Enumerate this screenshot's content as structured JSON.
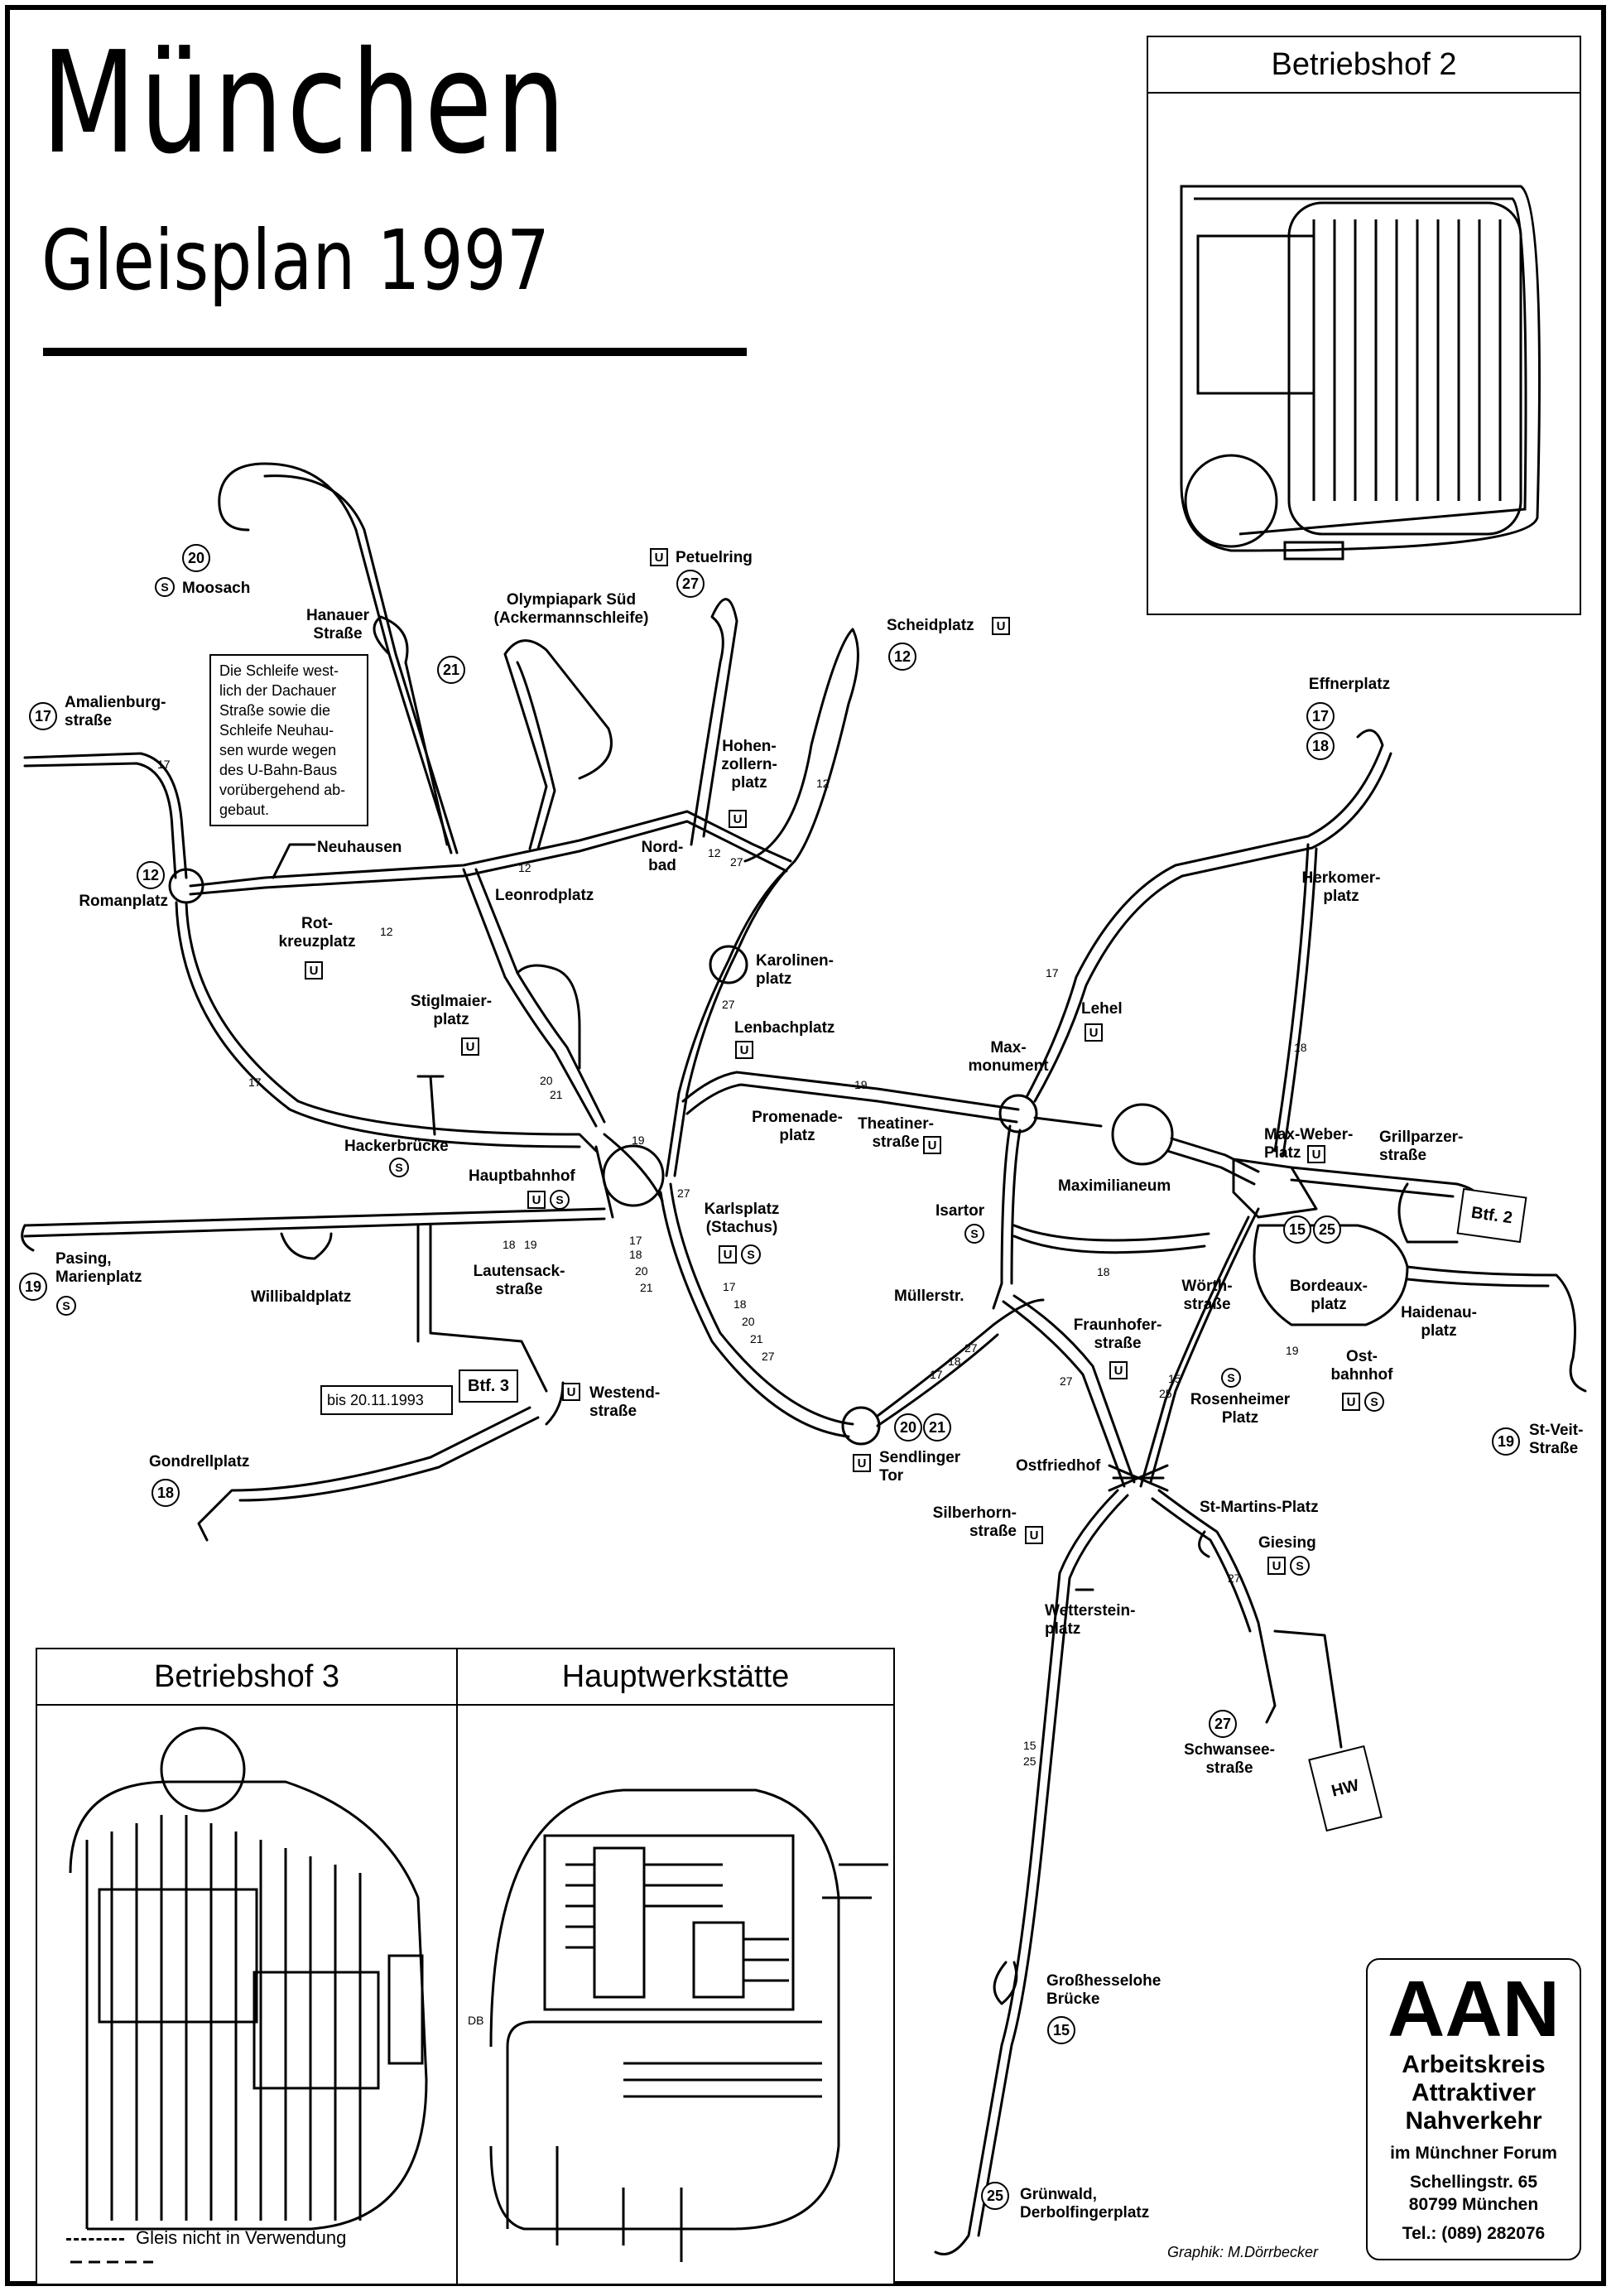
{
  "title": {
    "city": "München",
    "subtitle": "Gleisplan  1997"
  },
  "insets": {
    "depot2": "Betriebshof 2",
    "depot3": "Betriebshof 3",
    "workshop": "Hauptwerkstätte",
    "db": "DB"
  },
  "note_box": "Die Schleife west-\nlich der Dachauer\nStraße sowie die\nSchleife Neuhau-\nsen wurde wegen\ndes U-Bahn-Baus\nvorübergehend ab-\ngebaut.",
  "btf3_note": "bis 20.11.1993",
  "boxes": {
    "btf2": "Btf. 2",
    "btf3": "Btf. 3",
    "hw": "HW"
  },
  "stations": {
    "moosach": "Moosach",
    "hanauer": "Hanauer\nStraße",
    "olympiapark": "Olympiapark Süd\n(Ackermannschleife)",
    "petuelring": "Petuelring",
    "scheidplatz": "Scheidplatz",
    "amalienburg": "Amalienburg-\nstraße",
    "hohenzollern": "Hohen-\nzollern-\nplatz",
    "neuhausen": "Neuhausen",
    "nordbad": "Nord-\nbad",
    "romanplatz": "Romanplatz",
    "leonrodplatz": "Leonrodplatz",
    "rotkreuz": "Rot-\nkreuzplatz",
    "effnerplatz": "Effnerplatz",
    "karolinen": "Karolinen-\nplatz",
    "herkomer": "Herkomer-\nplatz",
    "stiglmaier": "Stiglmaier-\nplatz",
    "lenbach": "Lenbachplatz",
    "lehel": "Lehel",
    "maxmonument": "Max-\nmonument",
    "promenade": "Promenade-\nplatz",
    "theatiner": "Theatiner-\nstraße",
    "hackerbruecke": "Hackerbrücke",
    "hauptbahnhof": "Hauptbahnhof",
    "maxweber": "Max-Weber-\nPlatz",
    "grillparzer": "Grillparzer-\nstraße",
    "maximilianeum": "Maximilianeum",
    "karlsplatz": "Karlsplatz\n(Stachus)",
    "isartor": "Isartor",
    "pasing": "Pasing,\nMarienplatz",
    "lautensack": "Lautensack-\nstraße",
    "willibald": "Willibaldplatz",
    "muellerstr": "Müllerstr.",
    "woerth": "Wörth-\nstraße",
    "bordeaux": "Bordeaux-\nplatz",
    "haidenau": "Haidenau-\nplatz",
    "fraunhofer": "Fraunhofer-\nstraße",
    "ostbahnhof": "Ost-\nbahnhof",
    "westend": "Westend-\nstraße",
    "rosenheimer": "Rosenheimer\nPlatz",
    "stveit": "St-Veit-\nStraße",
    "sendlinger": "Sendlinger\nTor",
    "ostfriedhof": "Ostfriedhof",
    "gondrell": "Gondrellplatz",
    "silberhorn": "Silberhorn-\nstraße",
    "stmartins": "St-Martins-Platz",
    "giesing": "Giesing",
    "wetterstein": "Wetterstein-\nplatz",
    "schwansee": "Schwansee-\nstraße",
    "grosshesselohe": "Großhesselohe\nBrücke",
    "gruenwald": "Grünwald,\nDerbolfingerplatz"
  },
  "route_numbers": {
    "moosach": "20",
    "hanauer": "21",
    "petuelring": "27",
    "scheidplatz": "12",
    "amalienburg": "17",
    "romanplatz": "12",
    "effner_a": "17",
    "effner_b": "18",
    "ostbf_a": "15",
    "ostbf_b": "25",
    "pasing": "19",
    "sendlinger_a": "20",
    "sendlinger_b": "21",
    "stveit": "19",
    "gondrell": "18",
    "schwansee": "27",
    "grosshesselohe": "15",
    "gruenwald": "25"
  },
  "track_labels": {
    "l17a": "17",
    "l12a": "12",
    "l12b": "12",
    "l12c": "12",
    "l27a": "27",
    "l12d": "12",
    "l17b": "17",
    "l27b": "27",
    "l17c": "17",
    "l18a": "18",
    "l20a": "20",
    "l21a": "21",
    "l19a": "19",
    "l19b": "19",
    "l27c": "27",
    "l18b": "18",
    "l19c": "19",
    "l17d": "17",
    "l18c": "18",
    "l20b": "20",
    "l21b": "21",
    "l17e": "17",
    "l18d": "18",
    "l20c": "20",
    "l21c": "21",
    "l27d": "27",
    "l27e": "27",
    "l18e": "18",
    "l17f": "17",
    "l18f": "18",
    "l19d": "19",
    "l27f": "27",
    "l15a": "15",
    "l25a": "25",
    "l27g": "27",
    "l15b": "15",
    "l25b": "25"
  },
  "symbols": {
    "u": "U",
    "s": "S"
  },
  "legend": "Gleis nicht in Verwendung",
  "credit": "Graphik: M.Dörrbecker",
  "aan": {
    "abbr": "AAN",
    "name": "Arbeitskreis\nAttraktiver\nNahverkehr",
    "forum": "im Münchner Forum",
    "address": "Schellingstr. 65\n80799 München",
    "phone": "Tel.: (089) 282076"
  }
}
